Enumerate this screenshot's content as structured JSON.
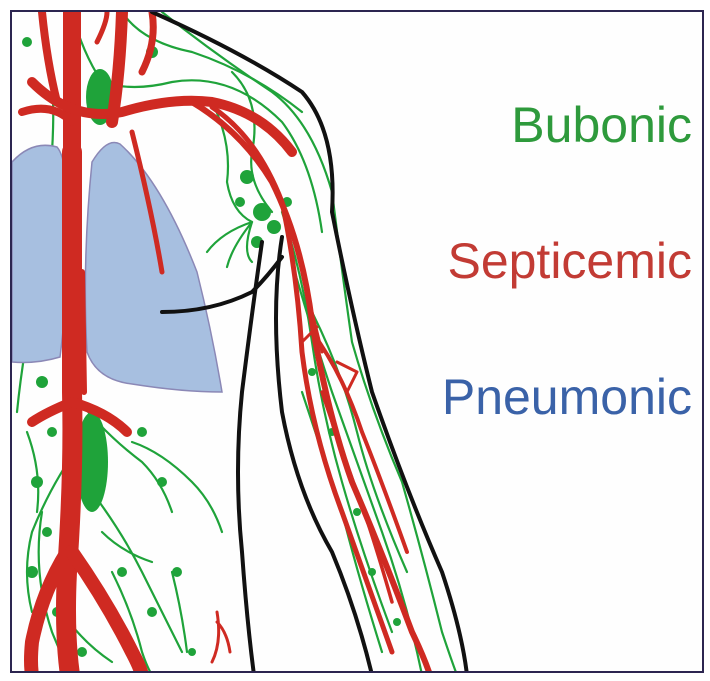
{
  "labels": [
    {
      "text": "Bubonic",
      "color": "#2e9a3c"
    },
    {
      "text": "Septicemic",
      "color": "#c23b34"
    },
    {
      "text": "Pneumonic",
      "color": "#3a62a8"
    }
  ],
  "colors": {
    "lymph": "#1fa33a",
    "vessel": "#cf2a22",
    "lung": "#a7bfe0",
    "lung_outline": "#8b88b6",
    "outline": "#111111",
    "frame": "#2c2550"
  }
}
